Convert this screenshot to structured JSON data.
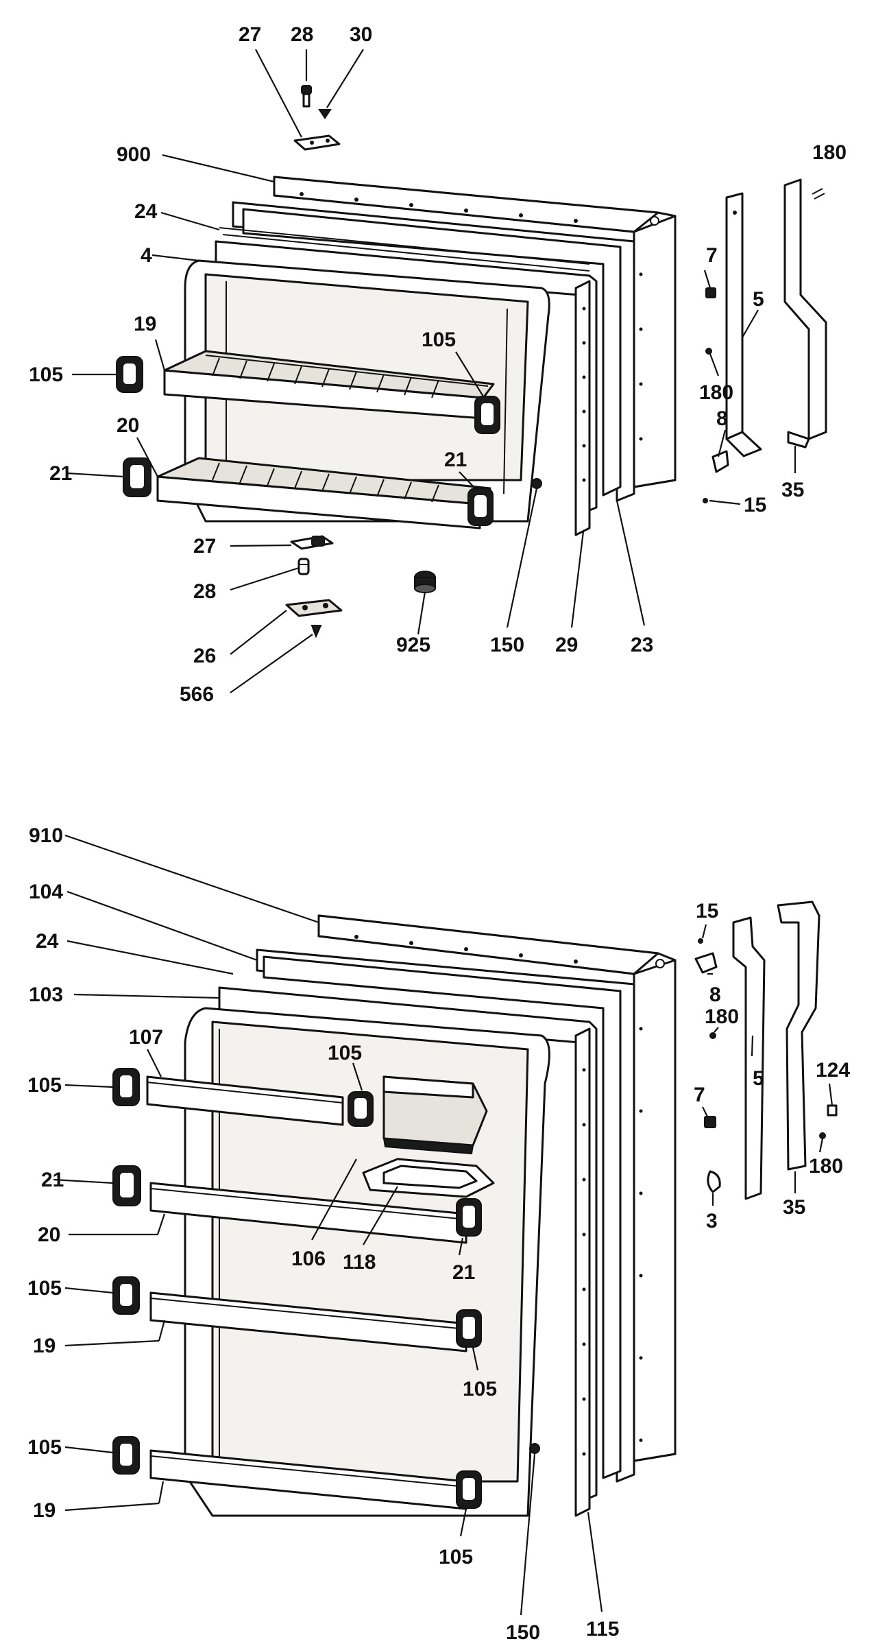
{
  "labels": {
    "upper_door": {
      "p27_top": "27",
      "p28_top": "28",
      "p30": "30",
      "p900": "900",
      "p24": "24",
      "p4": "4",
      "p19": "19",
      "p105_left": "105",
      "p20": "20",
      "p21_left": "21",
      "p105_right": "105",
      "p21_right": "21",
      "p27_bottom": "27",
      "p28_bottom": "28",
      "p26": "26",
      "p566": "566",
      "p925": "925",
      "p150": "150",
      "p29": "29",
      "p23": "23",
      "p180_top": "180",
      "p7": "7",
      "p5": "5",
      "p180_mid": "180",
      "p8": "8",
      "p15": "15",
      "p35": "35"
    },
    "lower_door": {
      "p910": "910",
      "p104": "104",
      "p24": "24",
      "p103": "103",
      "p107": "107",
      "p105_a": "105",
      "p105_mid": "105",
      "p21_left": "21",
      "p20": "20",
      "p106": "106",
      "p118": "118",
      "p21_right": "21",
      "p105_b": "105",
      "p19_a": "19",
      "p105_right_a": "105",
      "p105_c": "105",
      "p19_b": "19",
      "p105_right_b": "105",
      "p150": "150",
      "p115": "115",
      "p15": "15",
      "p8": "8",
      "p180_a": "180",
      "p7": "7",
      "p3": "3",
      "p5": "5",
      "p124": "124",
      "p180_b": "180",
      "p35": "35"
    }
  }
}
